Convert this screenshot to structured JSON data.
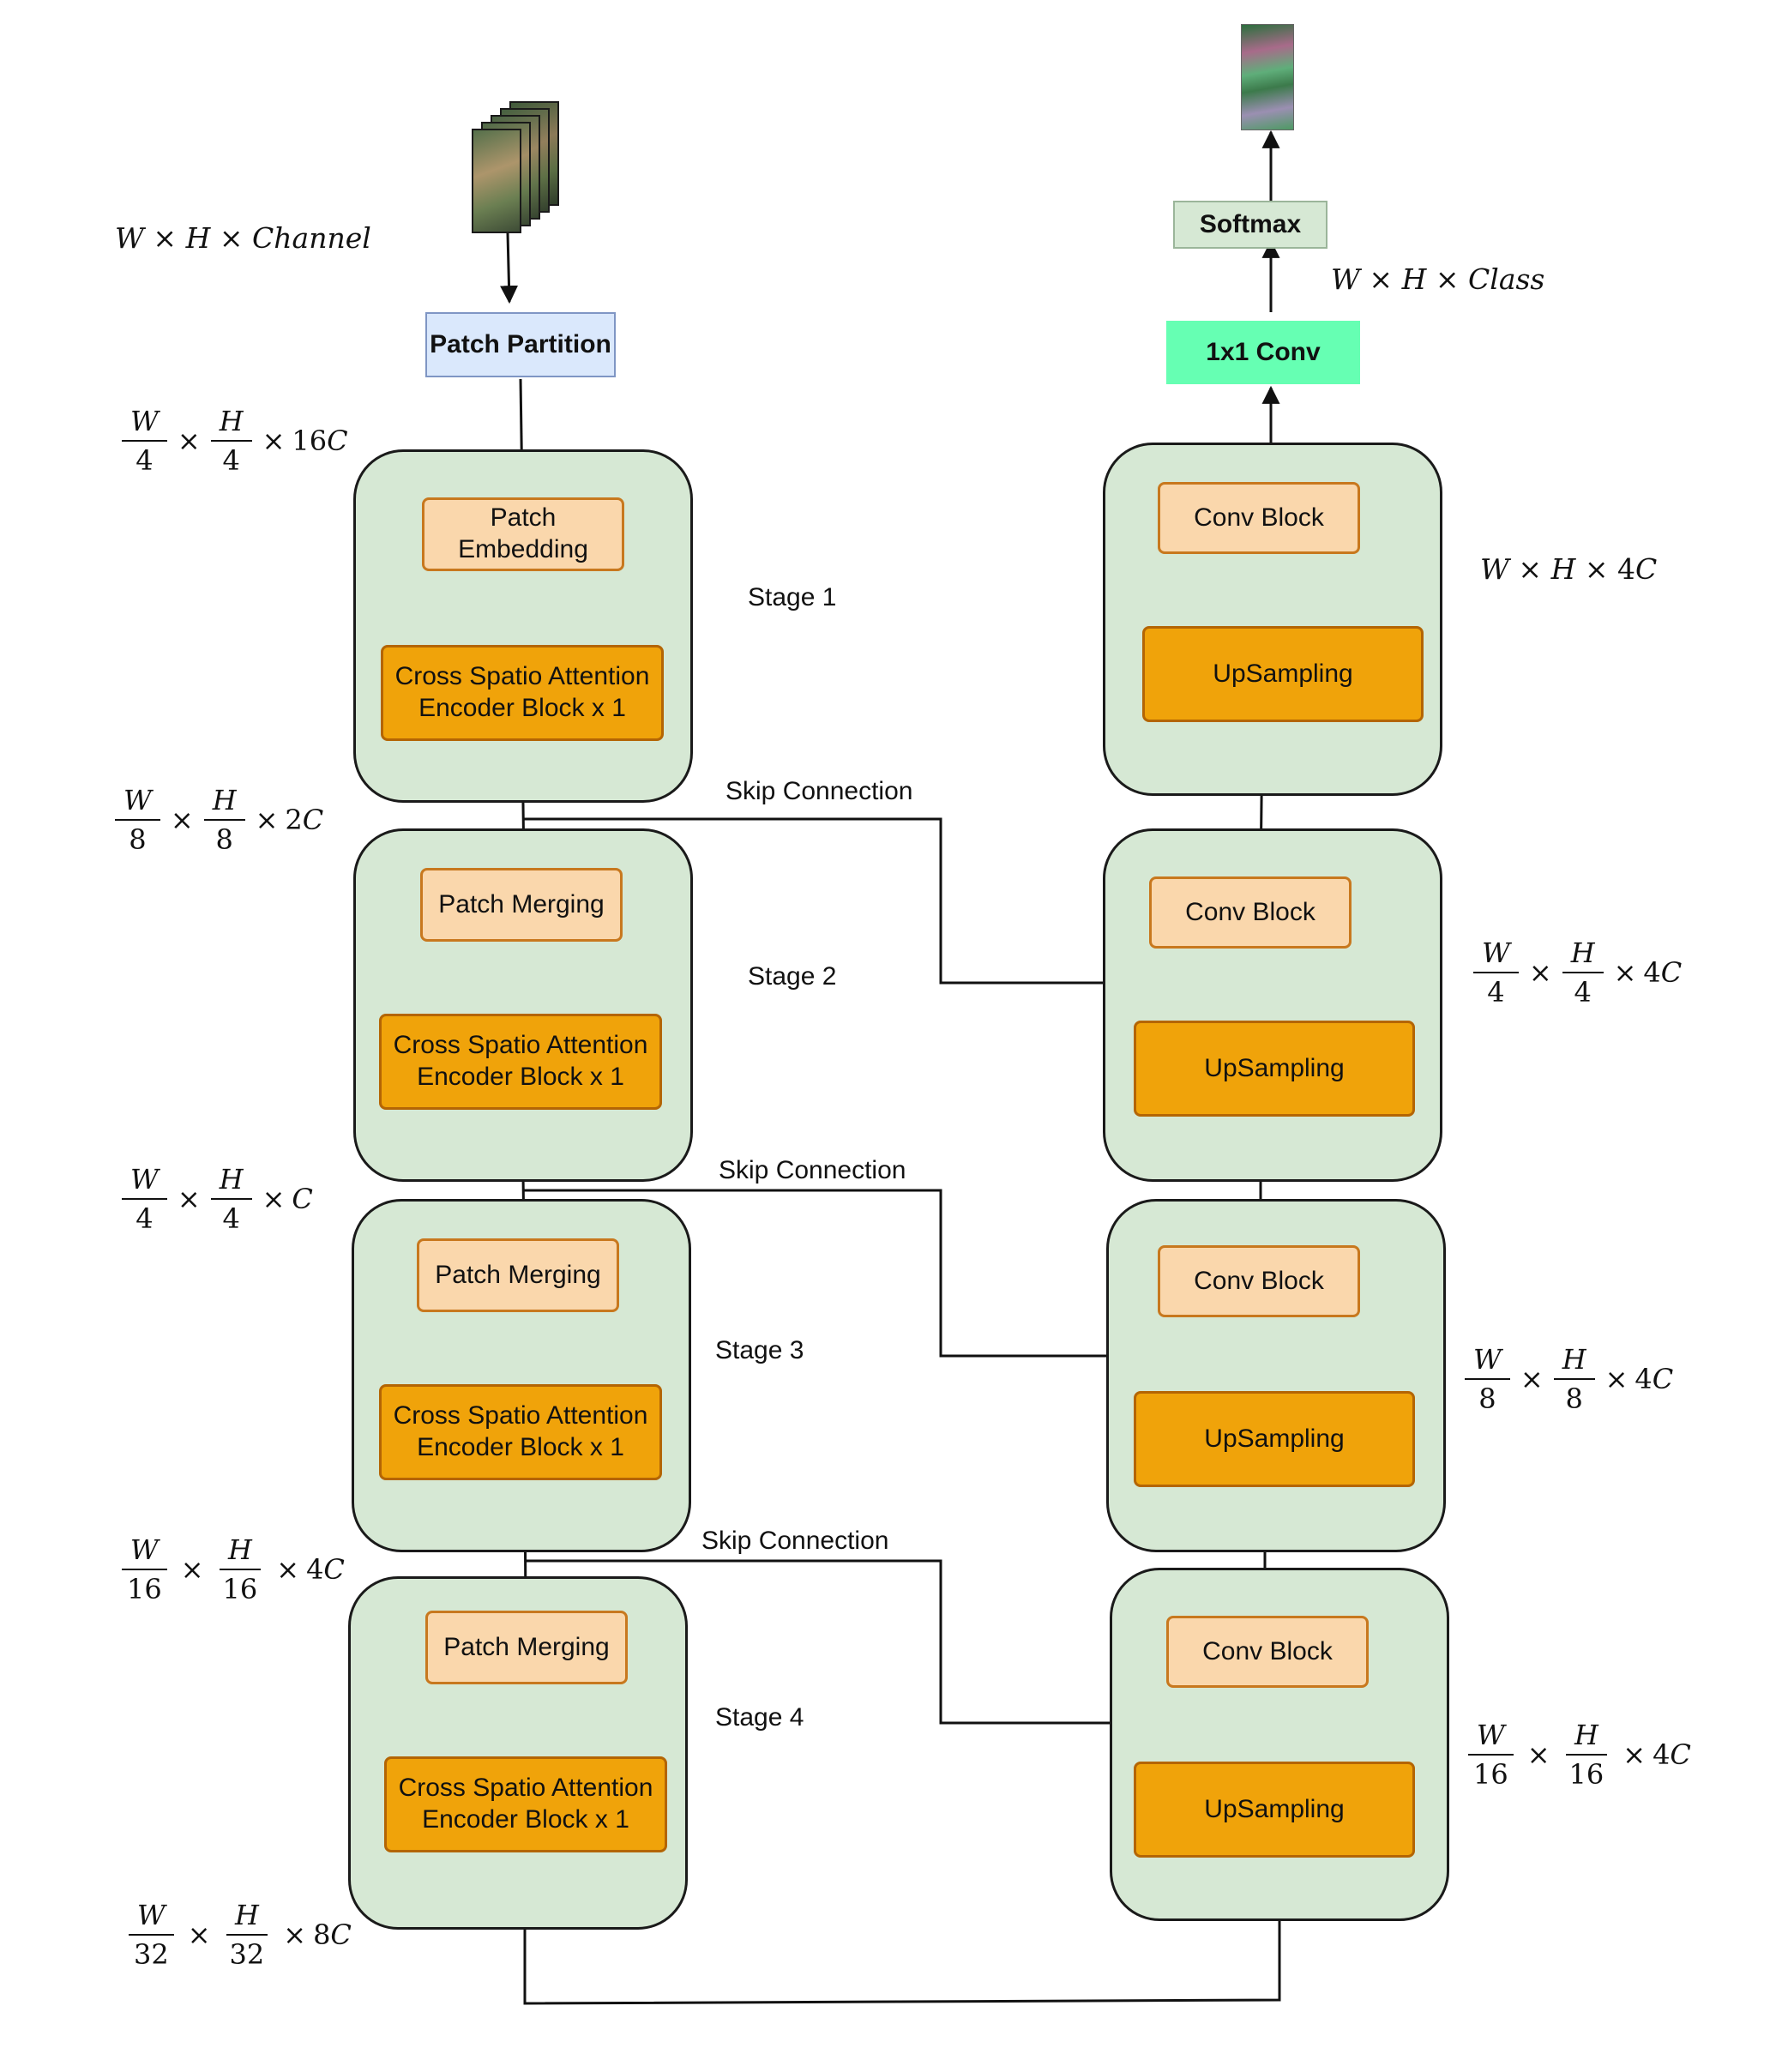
{
  "input_dim": {
    "a": "W",
    "b": "H",
    "c": "Channel"
  },
  "output_dim": {
    "a": "W",
    "b": "H",
    "c": "Class"
  },
  "symbols": {
    "times": "×"
  },
  "nodes": {
    "patch_partition": "Patch Partition",
    "patch_embedding": "Patch\nEmbedding",
    "encoder_block": "Cross Spatio Attention\nEncoder Block x 1",
    "patch_merging": "Patch Merging",
    "conv_block": "Conv Block",
    "upsampling": "UpSampling",
    "conv_1x1": "1x1 Conv",
    "softmax": "Softmax"
  },
  "stages": [
    "Stage 1",
    "Stage 2",
    "Stage 3",
    "Stage 4"
  ],
  "skip_label": "Skip Connection",
  "left_dims": [
    {
      "num1": "W",
      "den1": "4",
      "num2": "H",
      "den2": "4",
      "tail": "16",
      "var": "C"
    },
    {
      "num1": "W",
      "den1": "8",
      "num2": "H",
      "den2": "8",
      "tail": "2",
      "var": "C"
    },
    {
      "num1": "W",
      "den1": "4",
      "num2": "H",
      "den2": "4",
      "tail": "",
      "var": "C"
    },
    {
      "num1": "W",
      "den1": "16",
      "num2": "H",
      "den2": "16",
      "tail": "4",
      "var": "C"
    },
    {
      "num1": "W",
      "den1": "32",
      "num2": "H",
      "den2": "32",
      "tail": "8",
      "var": "C"
    }
  ],
  "right_dims": [
    {
      "num1": "W",
      "den1": "4",
      "num2": "H",
      "den2": "4",
      "tail": "4",
      "var": "C"
    },
    {
      "num1": "W",
      "den1": "8",
      "num2": "H",
      "den2": "8",
      "tail": "4",
      "var": "C"
    },
    {
      "num1": "W",
      "den1": "16",
      "num2": "H",
      "den2": "16",
      "tail": "4",
      "var": "C"
    }
  ],
  "decoder_top_dim": {
    "a": "W",
    "b": "H",
    "tail": "4",
    "var": "C"
  },
  "colors": {
    "stage_fill": "#d6e8d4",
    "light_block": "#fad7ac",
    "dark_block": "#f0a30a",
    "patch_partition": "#dae8fc",
    "conv_1x1": "#66ffb3",
    "softmax": "#d6e8d4"
  }
}
